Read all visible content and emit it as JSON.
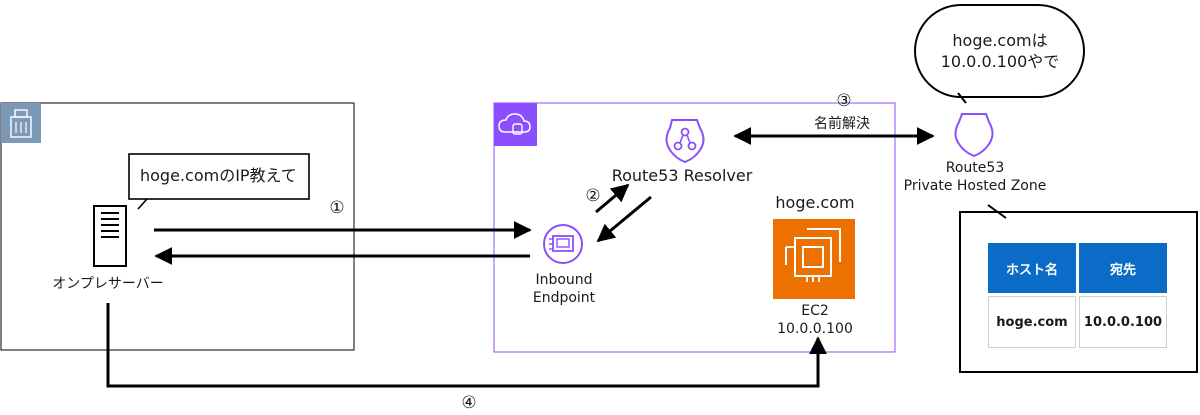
{
  "onprem": {
    "server_label": "オンプレサーバー",
    "speech": "hoge.comのIP教えて"
  },
  "steps": {
    "s1": "①",
    "s2": "②",
    "s3": "③",
    "s4": "④",
    "s3_label": "名前解決"
  },
  "aws": {
    "resolver_label": "Route53 Resolver",
    "inbound_label_1": "Inbound",
    "inbound_label_2": "Endpoint",
    "domain_label": "hoge.com",
    "ec2_label_1": "EC2",
    "ec2_label_2": "10.0.0.100"
  },
  "route53": {
    "label_1": "Route53",
    "label_2": "Private Hosted Zone",
    "speech_1": "hoge.comは",
    "speech_2": "10.0.0.100やで"
  },
  "zone_table": {
    "header_host": "ホスト名",
    "header_dest": "宛先",
    "row_host": "hoge.com",
    "row_dest": "10.0.0.100"
  },
  "colors": {
    "aws_purple": "#8c4fff",
    "ec2_orange": "#ed7100",
    "building_blue": "#7d99b8",
    "table_header": "#0b6cc7"
  }
}
